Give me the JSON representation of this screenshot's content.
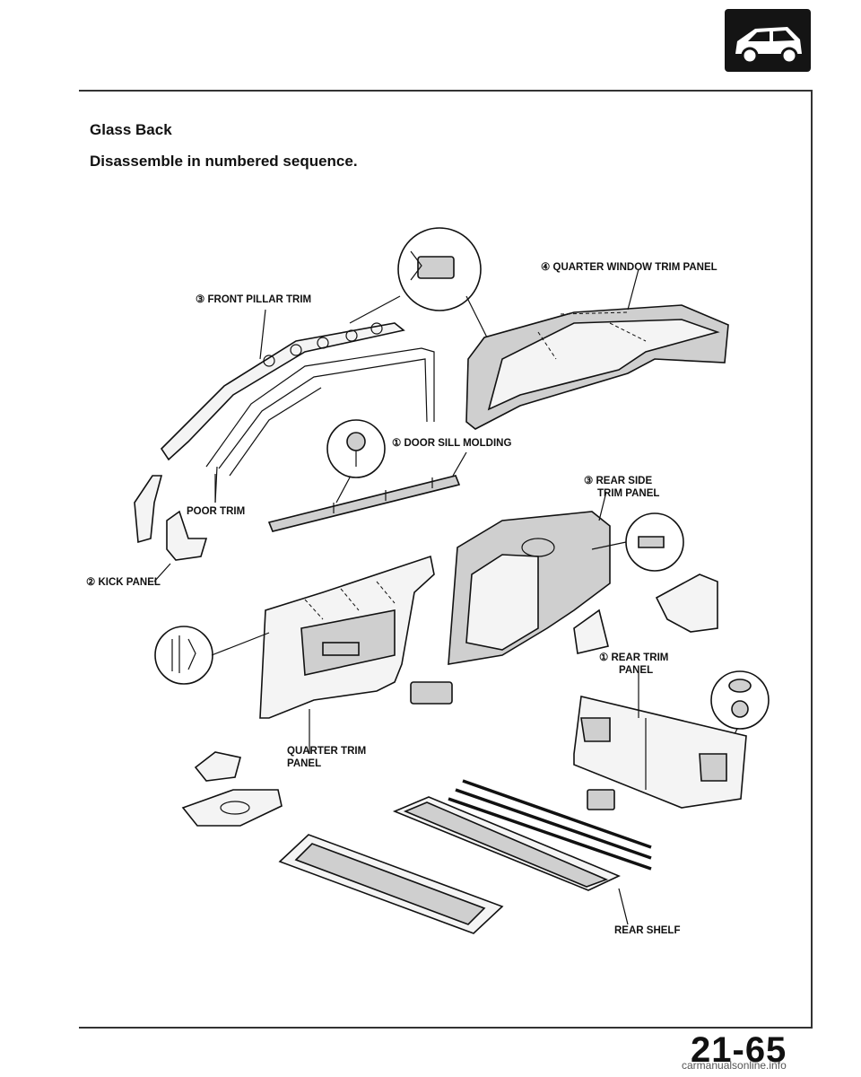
{
  "heading": "Glass Back",
  "subheading": "Disassemble in numbered sequence.",
  "page_number": "21-65",
  "watermark": "carmanualsonline.info",
  "labels": {
    "quarter_window": "④ QUARTER WINDOW TRIM PANEL",
    "front_pillar": "③ FRONT PILLAR TRIM",
    "door_sill": "① DOOR SILL MOLDING",
    "rear_side_1": "③ REAR SIDE",
    "rear_side_2": "TRIM PANEL",
    "poor_trim": "POOR TRIM",
    "kick_panel": "② KICK PANEL",
    "rear_trim_1": "① REAR TRIM",
    "rear_trim_2": "PANEL",
    "quarter_trim_1": "QUARTER TRIM",
    "quarter_trim_2": "PANEL",
    "rear_shelf": "REAR SHELF"
  },
  "icons": {
    "section_tab": "car-body-icon"
  }
}
